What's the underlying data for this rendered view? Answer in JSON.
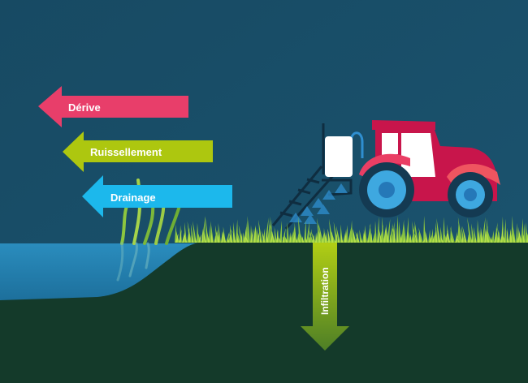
{
  "diagram": {
    "title": "Pesticide transfer pathways",
    "arrows": [
      {
        "id": "derive",
        "label": "Dérive",
        "color": "#e83e6a",
        "direction": "left"
      },
      {
        "id": "ruissellement",
        "label": "Ruissellement",
        "color": "#adc70f",
        "direction": "left"
      },
      {
        "id": "drainage",
        "label": "Drainage",
        "color": "#1cb8ec",
        "direction": "left"
      },
      {
        "id": "infiltration",
        "label": "Infiltration",
        "color": "#9dbf14",
        "direction": "down"
      }
    ],
    "colors": {
      "sky_top": "#174a63",
      "sky_bottom": "#1a5f7d",
      "water": "#2a8dbd",
      "soil": "#143a2a",
      "grass": "#8cc63f",
      "tractor_body": "#c8154b",
      "tractor_fender": "#ea3e64",
      "wheel": "#3ea8e0",
      "tank": "#ffffff"
    }
  }
}
